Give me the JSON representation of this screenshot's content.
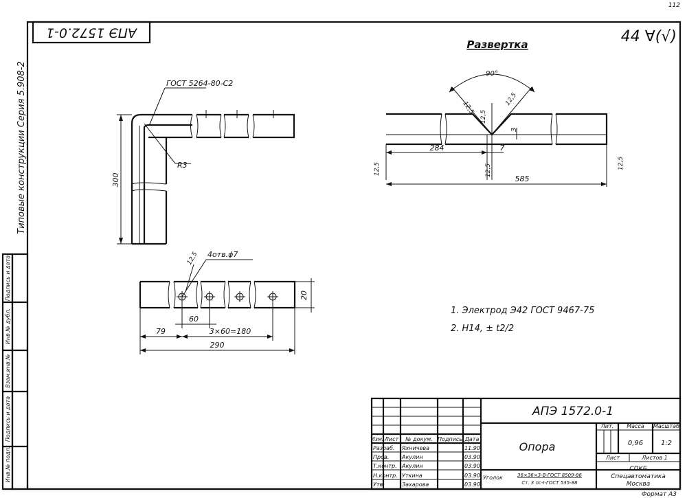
{
  "corner_number": "112",
  "stamp_top": "АПЭ 1572.0-1",
  "top_right_mark": "44 ∀(√)",
  "side": {
    "series": "Типовые конструкции   Серия 5.908-2",
    "margin_cells": [
      "Инв.№ подл.",
      "Подпись и дата",
      "Взам.инв.№",
      "Инв.№ дубл.",
      "Подпись и дата"
    ]
  },
  "view_bent": {
    "gost": "ГОСТ 5264-80-С2",
    "radius": "R3",
    "height": "300"
  },
  "view_plan": {
    "roughness": "12,5",
    "holes": "4отв.ϕ7",
    "width": "20",
    "pitch": "60",
    "offset": "79",
    "spacing": "3×60=180",
    "length": "290"
  },
  "razvertka": {
    "title": "Развертка",
    "angle": "90°",
    "rough_1": "12,5",
    "rough_2": "12,5",
    "rough_3": "12,5",
    "rough_4": "12,5",
    "rough_5": "12,5",
    "rough_6": "12,5",
    "depth": "3",
    "d_left": "284",
    "d_gap": "7",
    "d_total": "585"
  },
  "notes": [
    "1. Электрод Э42  ГОСТ 9467-75",
    "2. Н14, ± t2/2"
  ],
  "titleblock": {
    "code": "АПЭ 1572.0-1",
    "name": "Опора",
    "col_headers": [
      "Изм.",
      "Лист",
      "№ докум.",
      "Подпись",
      "Дата"
    ],
    "rows": [
      {
        "role": "Разраб.",
        "name": "Яхничева",
        "date": "11.90"
      },
      {
        "role": "Пров.",
        "name": "Акулин",
        "date": "03.90"
      },
      {
        "role": "Т.контр.",
        "name": "Акулин",
        "date": "03.90"
      },
      {
        "role": "",
        "name": "",
        "date": ""
      },
      {
        "role": "Н.контр.",
        "name": "Уткина",
        "date": "03.90"
      },
      {
        "role": "Утв.",
        "name": "Захарова",
        "date": "03.90"
      }
    ],
    "lit_label": "Лит.",
    "mass_label": "Масса",
    "scale_label": "Масштаб",
    "mass": "0,96",
    "scale": "1:2",
    "sheet_label": "Лист",
    "sheets_label": "Листов 1",
    "material_prefix": "Уголок",
    "material_top": "36×36×3-В-ГОСТ 8509-86",
    "material_bottom": "Ст. 3 пс-I-ГОСТ 535-88",
    "org_1": "СПКБ",
    "org_2": "Спецавтоматика",
    "org_3": "Москва",
    "format": "Формат А3"
  }
}
